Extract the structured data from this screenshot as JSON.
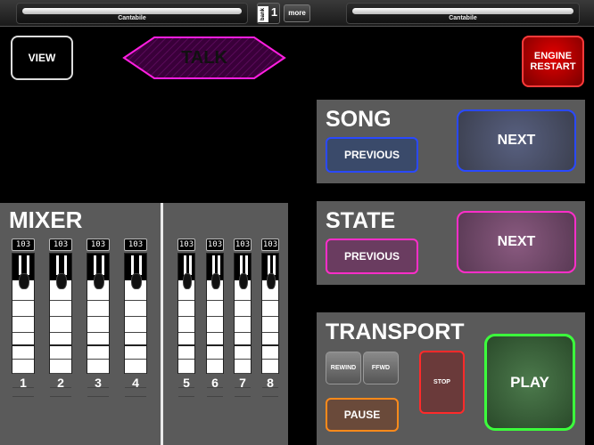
{
  "topbar": {
    "left_slot_label": "Cantabile",
    "right_slot_label": "Cantabile",
    "bank_label": "bank",
    "bank_number": "1",
    "more_label": "more"
  },
  "controls": {
    "view_label": "VIEW",
    "talk_label": "TALK",
    "engine_restart_label_line1": "ENGINE",
    "engine_restart_label_line2": "RESTART"
  },
  "mixer": {
    "title": "MIXER",
    "strips": [
      {
        "number": "1",
        "meter": "103"
      },
      {
        "number": "2",
        "meter": "103"
      },
      {
        "number": "3",
        "meter": "103"
      },
      {
        "number": "4",
        "meter": "103"
      },
      {
        "number": "5",
        "meter": "103"
      },
      {
        "number": "6",
        "meter": "103"
      },
      {
        "number": "7",
        "meter": "103"
      },
      {
        "number": "8",
        "meter": "103"
      }
    ]
  },
  "song": {
    "title": "SONG",
    "previous_label": "PREVIOUS",
    "next_label": "NEXT"
  },
  "state": {
    "title": "STATE",
    "previous_label": "PREVIOUS",
    "next_label": "NEXT"
  },
  "transport": {
    "title": "TRANSPORT",
    "rewind_label": "REWIND",
    "ffwd_label": "FFWD",
    "stop_label": "STOP",
    "pause_label": "PAUSE",
    "play_label": "PLAY"
  },
  "colors": {
    "talk_accent": "#ff1ee0",
    "song_accent": "#2a49ff",
    "state_accent": "#ff2ec9",
    "stop_accent": "#ff2a2a",
    "pause_accent": "#ff8a1a",
    "play_accent": "#3cff3c",
    "engine_restart": "#e30000"
  }
}
